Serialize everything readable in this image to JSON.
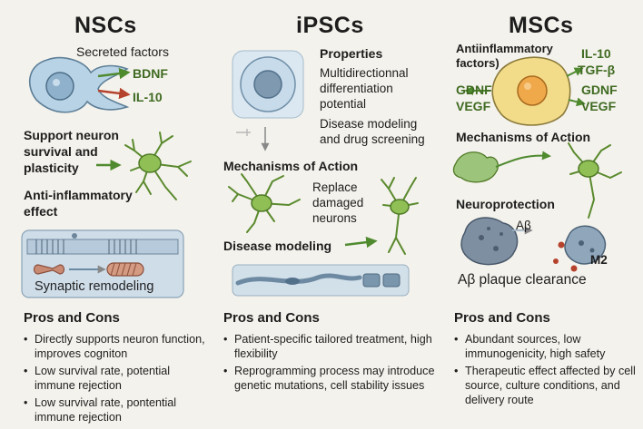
{
  "nscs": {
    "title": "NSCs",
    "secreted_factors": "Secreted factors",
    "bdnf": "BDNF",
    "il10": "IL-10",
    "support_line1": "Support neuron",
    "support_line2": "survival and",
    "support_line3": "plasticity",
    "anti_inflam_line1": "Anti-inflammatory",
    "anti_inflam_line2": "effect",
    "synaptic": "Synaptic remodeling",
    "pros_heading": "Pros and Cons",
    "pros": [
      "Directly supports neuron function, improves cogniton",
      "Low survival rate, potential immune rejection",
      "Low survival rate, pontential immune rejection"
    ]
  },
  "ipscs": {
    "title": "iPSCs",
    "properties": "Properties",
    "prop1_line1": "Multidirectionnal",
    "prop1_line2": "differentiation",
    "prop1_line3": "potential",
    "prop2_line1": "Disease modeling",
    "prop2_line2": "and drug screening",
    "mechanisms": "Mechanisms of Action",
    "replace_line1": "Replace",
    "replace_line2": "damaged",
    "replace_line3": "neurons",
    "disease_modeling": "Disease modeling",
    "pros_heading": "Pros and Cons",
    "pros": [
      "Patient-specific tailored treatment, high flexibility",
      "Reprogramming process may introduce genetic mutations, cell stability issues"
    ]
  },
  "mscs": {
    "title": "MSCs",
    "antiinflam_line1": "Antiinflammatory",
    "antiinflam_line2": "factors)",
    "il10": "IL-10",
    "tgf": "TGF-β",
    "gdnf_left": "GDNF",
    "vegf_left": "VEGF",
    "gdnf_right": "GDNF",
    "vegf_right": "VEGF",
    "mechanisms": "Mechanisms of Action",
    "neuroprotection": "Neuroprotection",
    "abeta": "Aβ",
    "m2": "M2",
    "plaque": "Aβ plaque clearance",
    "pros_heading": "Pros and Cons",
    "pros": [
      "Abundant sources, low immunogenicity, high safety",
      "Therapeutic effect affected by cell source, culture conditions, and delivery route"
    ]
  },
  "colors": {
    "background": "#f4f2ec",
    "factor_green": "#3f6b22",
    "arrow_green": "#4f8a2f",
    "arrow_red": "#b5422d",
    "neuron_green": "#8fbf55",
    "stem_cell_blue": "#b9d3e6",
    "msc_yellow": "#f2dc8a",
    "nucleus_orange": "#efa84a"
  },
  "icons": [
    "neural-stem-cell-icon",
    "neuron-icon",
    "synapse-icon",
    "ipsc-cell-icon",
    "mesenchymal-stem-cell-icon",
    "amyloid-plaque-icon",
    "m2-macrophage-icon"
  ]
}
